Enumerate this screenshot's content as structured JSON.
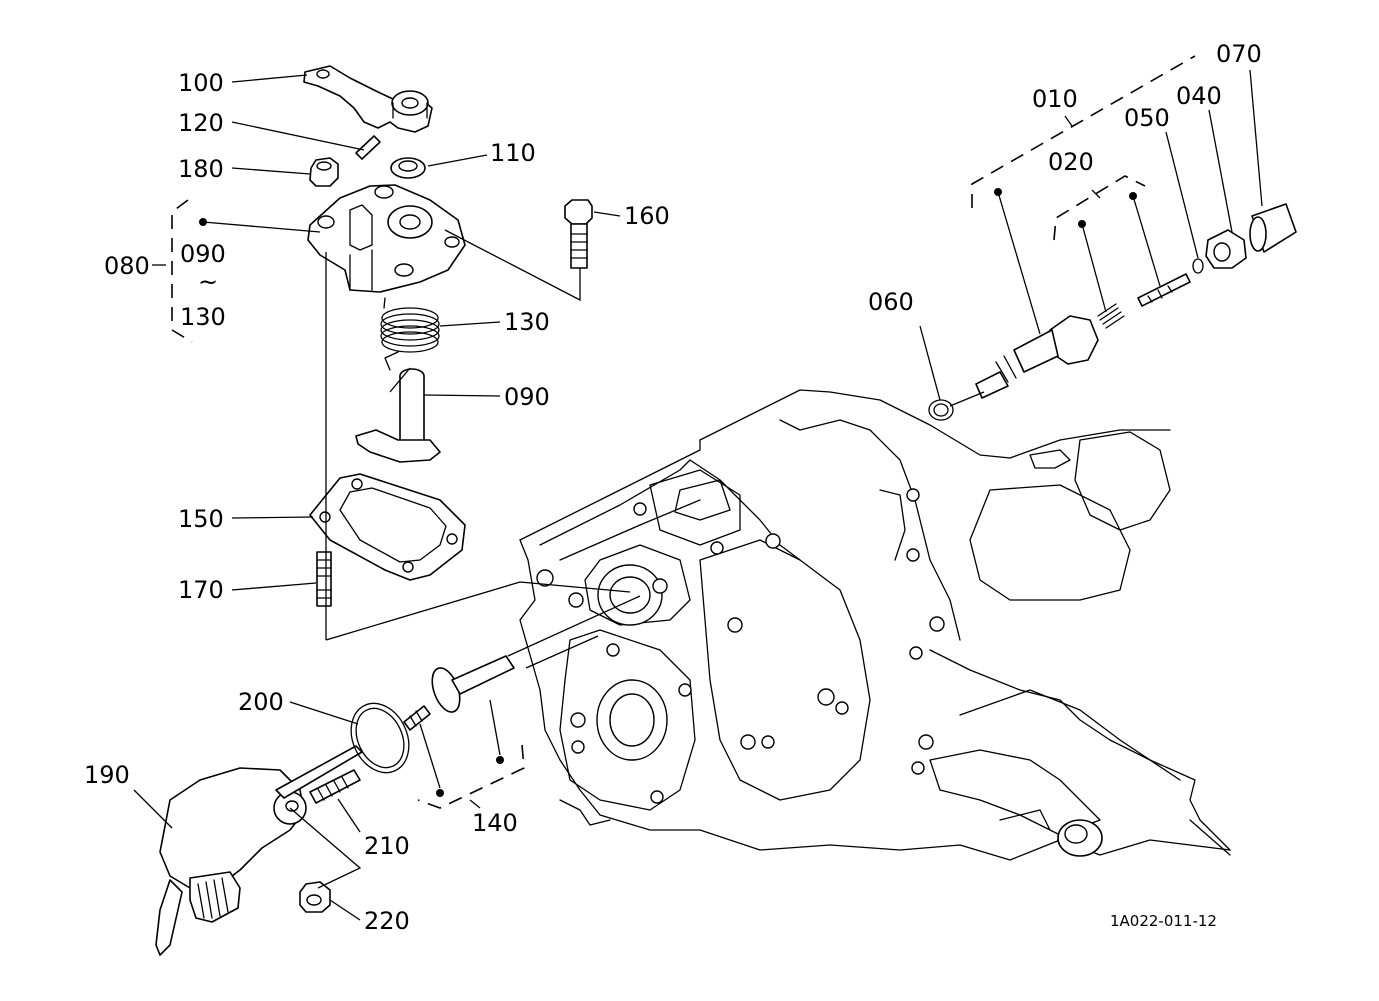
{
  "diagram": {
    "part_labels": {
      "p100": "100",
      "p120": "120",
      "p180": "180",
      "p110": "110",
      "p080": "080",
      "p090_range_start": "090",
      "p090_range_sep": "~",
      "p130_range_end": "130",
      "p160": "160",
      "p130": "130",
      "p090": "090",
      "p150": "150",
      "p170": "170",
      "p200": "200",
      "p190": "190",
      "p210": "210",
      "p140": "140",
      "p220": "220",
      "p010": "010",
      "p020": "020",
      "p050": "050",
      "p040": "040",
      "p070": "070",
      "p060": "060"
    },
    "drawing_code": "1A022-011-12"
  }
}
